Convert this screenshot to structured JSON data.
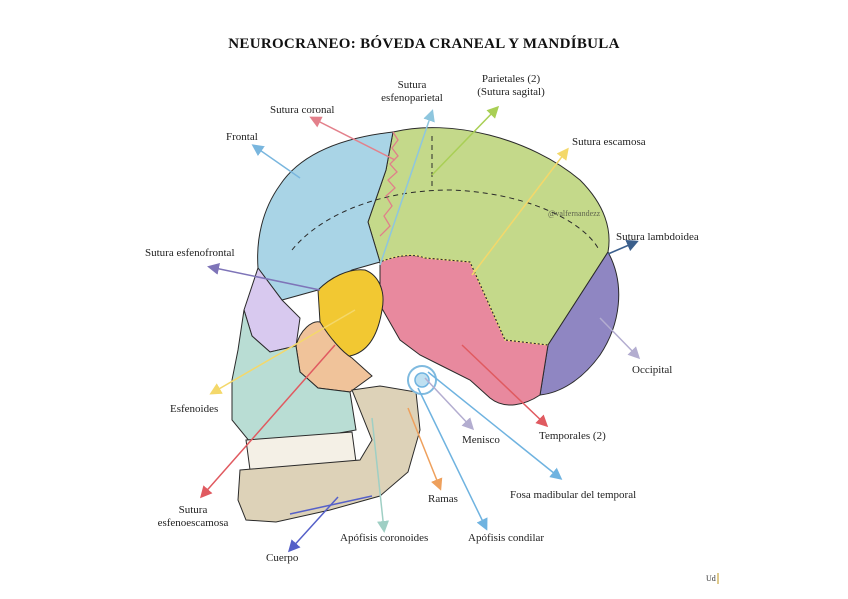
{
  "title": "NEUROCRANEO: BÓVEDA CRANEAL Y MANDÍBULA",
  "watermark": "@valfernandezz",
  "signature": "Ud",
  "colors": {
    "frontal": "#a9d4e6",
    "parietal": "#c4d98a",
    "sphenoid": "#f2c832",
    "temporal": "#e8899e",
    "occipital": "#8f86c2",
    "zygomatic": "#f0c39a",
    "maxilla": "#b9ddd4",
    "mandible": "#ddd2b8",
    "outline": "#2a2a2a"
  },
  "labels": {
    "sutura_esfenoparietal": [
      "Sutura",
      "esfenoparietal"
    ],
    "parietales": [
      "Parietales (2)",
      "(Sutura sagital)"
    ],
    "sutura_coronal": "Sutura coronal",
    "frontal": "Frontal",
    "sutura_escamosa": "Sutura escamosa",
    "sutura_esfenofrontal": "Sutura esfenofrontal",
    "sutura_lambdoidea": "Sutura lambdoidea",
    "occipital": "Occipital",
    "esfenoides": "Esfenoides",
    "temporales": "Temporales (2)",
    "menisco": "Menisco",
    "fosa_mandibular": "Fosa madibular del temporal",
    "ramas": "Ramas",
    "sutura_esfenoescamosa": [
      "Sutura",
      "esfenoescamosa"
    ],
    "apofisis_coronoides": "Apófisis coronoides",
    "apofisis_condilar": "Apófisis condilar",
    "cuerpo": "Cuerpo"
  }
}
